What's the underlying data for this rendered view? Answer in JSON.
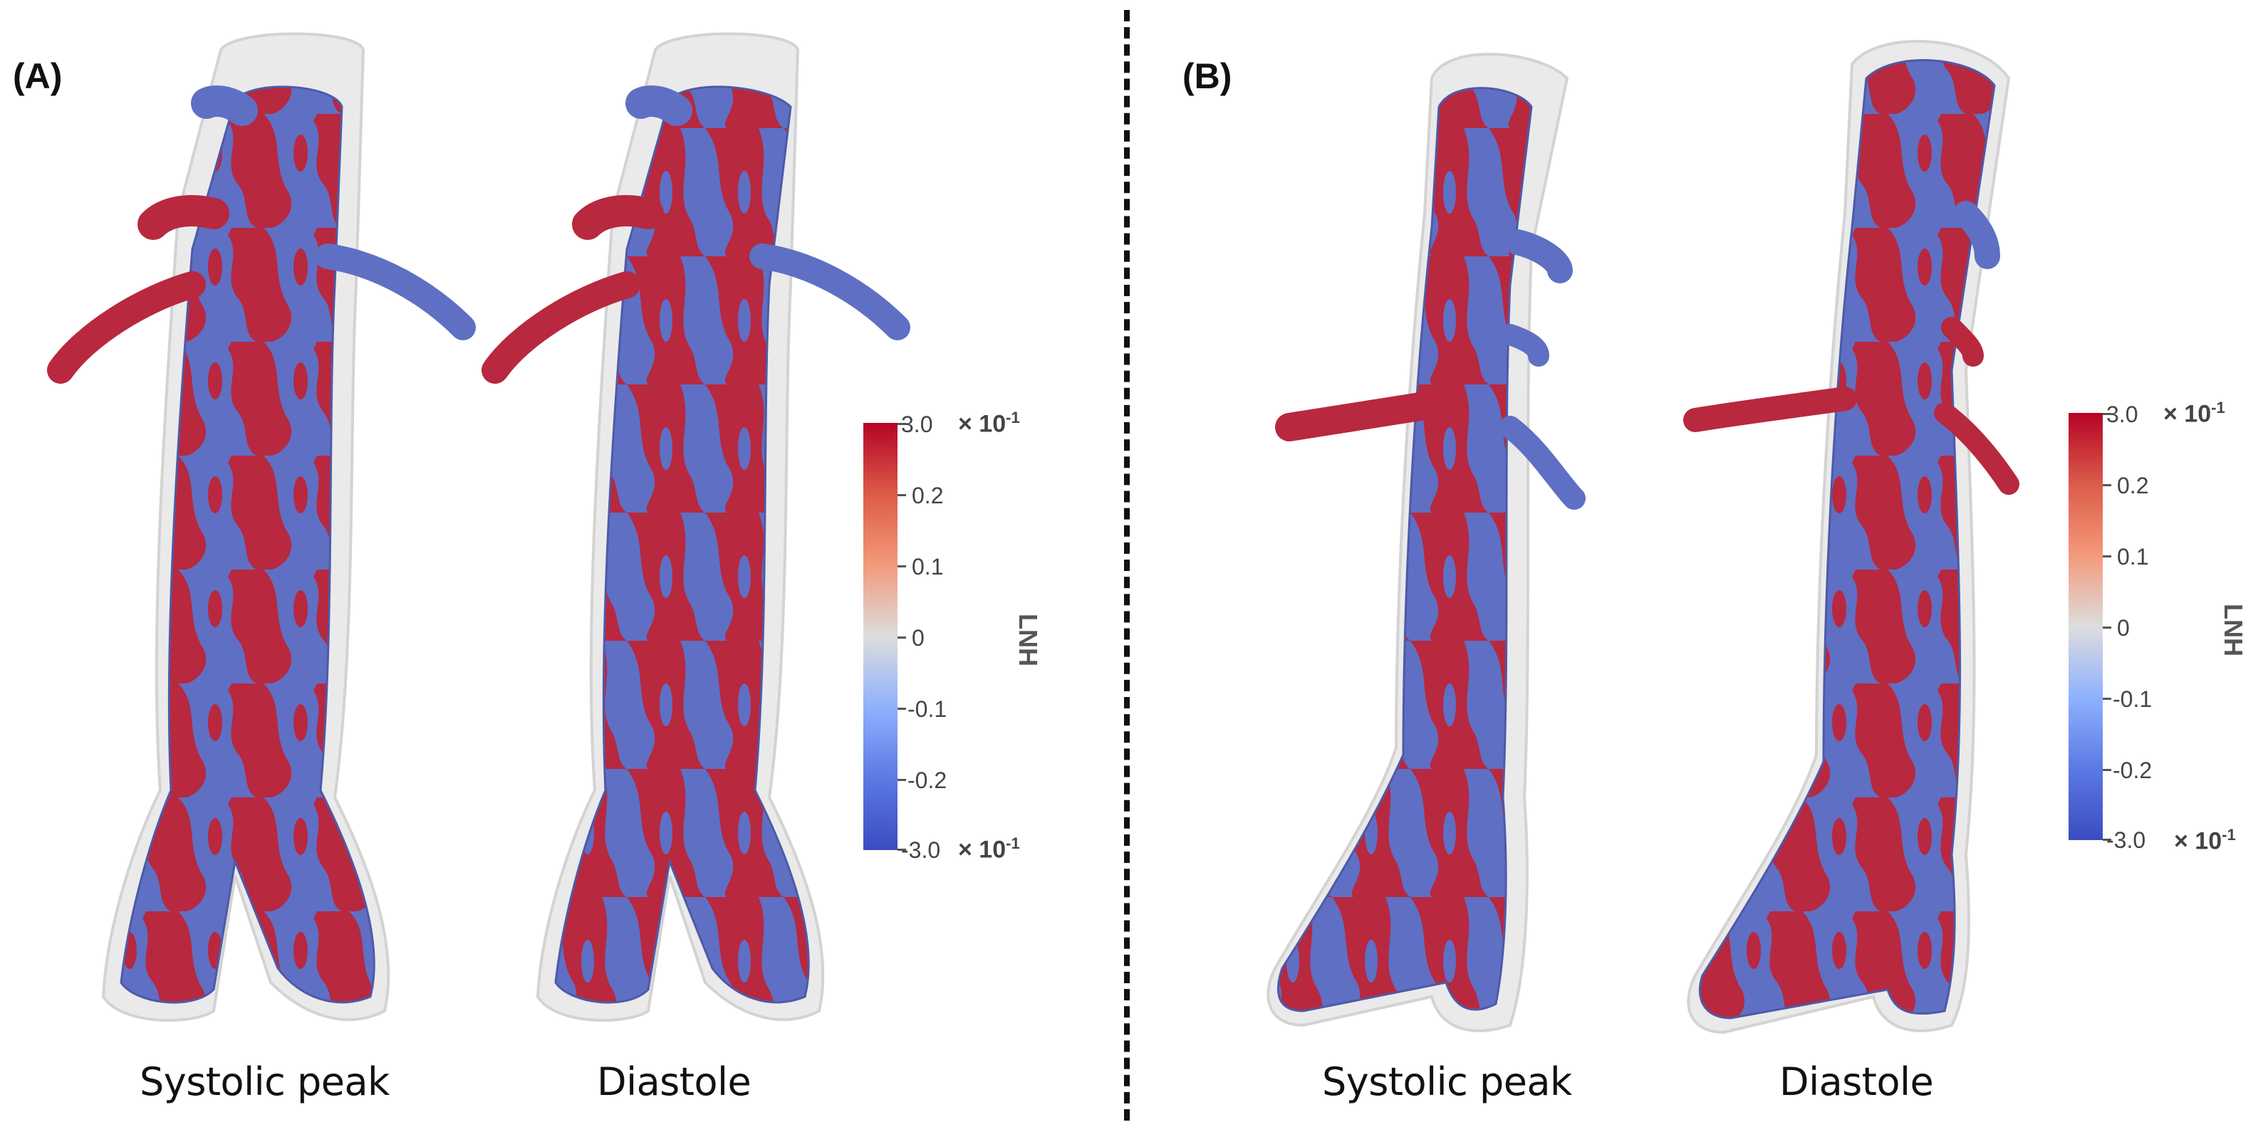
{
  "panels": [
    {
      "label": "(A)",
      "captions": [
        "Systolic peak",
        "Diastole"
      ],
      "colorbar": {
        "title": "LNH",
        "ticks": [
          "3.0",
          "0.2",
          "0.1",
          "0",
          "-0.1",
          "-0.2",
          "-3.0"
        ],
        "top_multiplier": "× 10",
        "bottom_multiplier": "× 10",
        "exponent": "-1"
      }
    },
    {
      "label": "(B)",
      "captions": [
        "Systolic peak",
        "Diastole"
      ],
      "colorbar": {
        "title": "LNH",
        "ticks": [
          "3.0",
          "0.2",
          "0.1",
          "0",
          "-0.1",
          "-0.2",
          "-3.0"
        ],
        "top_multiplier": "× 10",
        "bottom_multiplier": "× 10",
        "exponent": "-1"
      }
    }
  ],
  "colors": {
    "positive": "#b8283f",
    "negative": "#5f6fc4",
    "vessel_wall": "#d9d9d9"
  },
  "icons": [
    "aorta-model-systolic-a",
    "aorta-model-diastole-a",
    "aorta-model-systolic-b",
    "aorta-model-diastole-b"
  ]
}
